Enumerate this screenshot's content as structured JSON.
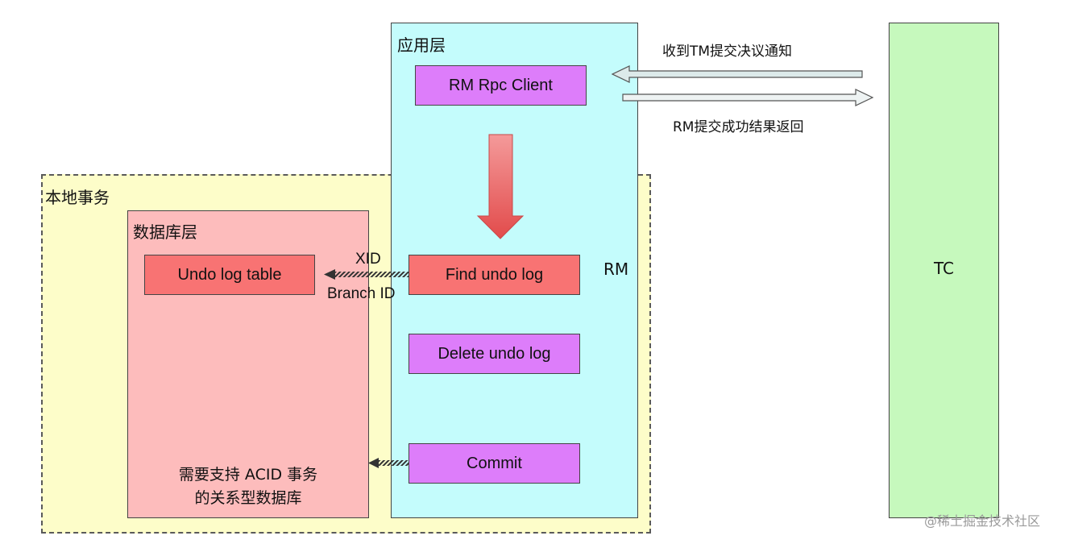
{
  "diagram": {
    "local_transaction": {
      "title": "本地事务"
    },
    "database_layer": {
      "title": "数据库层",
      "undo_log_table": "Undo log table",
      "note_line1": "需要支持 ACID 事务",
      "note_line2": "的关系型数据库"
    },
    "application_layer": {
      "title": "应用层",
      "rm_rpc_client": "RM Rpc Client",
      "find_undo_log": "Find undo log",
      "delete_undo_log": "Delete undo log",
      "commit": "Commit",
      "rm_label": "RM"
    },
    "tc": {
      "label": "TC"
    },
    "links": {
      "xid": "XID",
      "branch_id": "Branch ID",
      "receive_notice": "收到TM提交决议通知",
      "return_result": "RM提交成功结果返回"
    },
    "colors": {
      "local_transaction_bg": "#fdfdc9",
      "database_layer_bg": "#fdbcbc",
      "application_layer_bg": "#c4fcfc",
      "tc_bg": "#c6f9bd",
      "violet_box": "#dd7dfa",
      "red_box": "#f87373"
    }
  },
  "watermark": "@稀土掘金技术社区"
}
